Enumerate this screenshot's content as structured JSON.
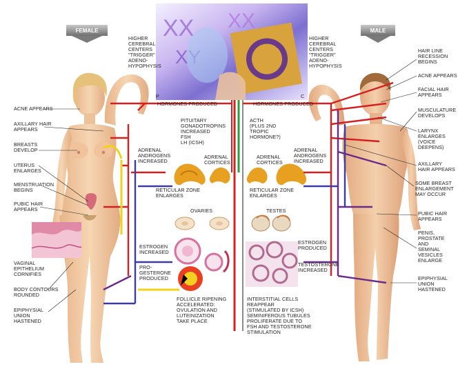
{
  "female": {
    "badge": "FEMALE",
    "labels": {
      "acne": "ACNE APPEARS",
      "axillary": "AXILLARY HAIR\nAPPEARS",
      "breasts": "BREASTS\nDEVELOP",
      "uterus": "UTERUS\nENLARGES",
      "menstruation": "MENSTRUATION\nBEGINS",
      "pubic": "PUBIC HAIR\nAPPEARS",
      "vaginal": "VAGINAL\nEPITHELIUM\nCORNIFIES",
      "body_contours": "BODY CONTOURS\nROUNDED",
      "epiphysial": "EPIPHYSIAL\nUNION\nHASTENED"
    }
  },
  "male": {
    "badge": "MALE",
    "labels": {
      "hairline": "HAIR LINE\nRECESSION\nBEGINS",
      "acne": "ACNE APPEARS",
      "facial": "FACIAL HAIR\nAPPEARS",
      "musculature": "MUSCULATURE\nDEVELOPS",
      "larynx": "LARYNX\nENLARGES\n(VOICE\nDEEPENS)",
      "axillary": "AXILLARY\nHAIR APPEARS",
      "breast": "SOME BREAST\nENLARGEMENT\nMAY OCCUR",
      "pubic": "PUBIC HAIR\nAPPEARS",
      "penis": "PENIS,\nPROSTATE\nAND\nSEMINAL\nVESICLES\nENLARGE",
      "epiphysial": "EPIPHYSIAL\nUNION\nHASTENED"
    }
  },
  "center": {
    "higher_left": "HIGHER\nCEREBRAL\nCENTERS\n\"TRIGGER\"\nADENO-\nHYPOPHYSIS",
    "higher_right": "HIGHER\nCEREBRAL\nCENTERS\n\"TRIGGER\"\nADENO-\nHYPOPHYSIS",
    "hormones_left": "HORMONES PRODUCED",
    "hormones_right": "HORMONES PRODUCED",
    "left_frag": "P",
    "right_frag": "C",
    "pituitary": "PITUITARY\nGONADOTROPINS\nINCREASED\nFSH\nLH (ICSH)",
    "acth": "ACTH\n(PLUS 2nd\nTROPIC\nHORMONE?)",
    "adrenal_left": "ADRENAL\nANDROGENS\nINCREASED",
    "adrenal_right": "ADRENAL\nANDROGENS\nINCREASED",
    "cortices_left": "ADRENAL\nCORTICES",
    "cortices_right": "ADRENAL\nCORTICES",
    "reticular_left": "RETICULAR ZONE\nENLARGES",
    "reticular_right": "RETICULAR ZONE\nENLARGES",
    "ovaries": "OVARIES",
    "testes": "TESTES",
    "estrogen_increased": "ESTROGEN\nINCREASED",
    "progesterone": "PRO-\nGESTERONE\nPRODUCED",
    "estrogen_produced": "ESTROGEN\nPRODUCED",
    "testosterone": "TESTOSTERONE\nINCREASED",
    "follicle": "FOLLICLE RIPENING\nACCELERATED:\nOVULATION AND\nLUTEINIZATION\nTAKE PLACE",
    "interstitial": "INTERSTITIAL CELLS\nREAPPEAR\n(STIMULATED BY ICSH)\nSEMINIFEROUS TUBULES\nPROLIFERATE DUE TO\nFSH AND TESTOSTERONE\nSTIMULATION"
  },
  "colors": {
    "red": "#d42020",
    "blue": "#3a3aa8",
    "purple": "#6a2a8a",
    "yellow": "#f2d21a",
    "green": "#2f9e3a",
    "gray": "#8a8a8a",
    "skin": "#f2c9a0",
    "hair": "#e3c178"
  }
}
